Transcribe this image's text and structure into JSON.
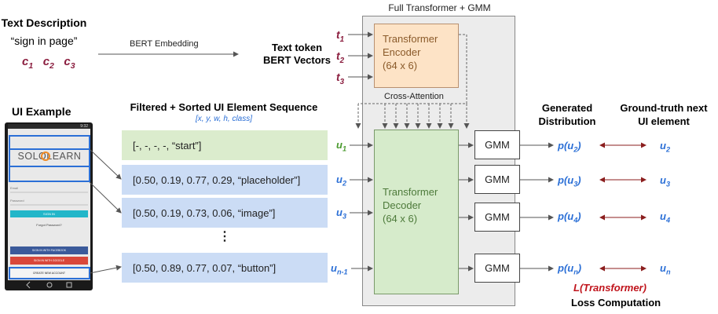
{
  "text_description": {
    "title": "Text Description",
    "quote": "“sign in page”",
    "tokens": [
      "c",
      "c",
      "c"
    ],
    "token_subs": [
      "1",
      "2",
      "3"
    ]
  },
  "bert_embedding_label": "BERT Embedding",
  "text_token_label": [
    "Text token",
    "BERT Vectors"
  ],
  "full_transformer_title": "Full Transformer + GMM",
  "encoder": {
    "lines": [
      "Transformer",
      "Encoder",
      "(64 x 6)"
    ]
  },
  "decoder": {
    "lines": [
      "Transformer",
      "Decoder",
      "(64 x 6)"
    ]
  },
  "input_tokens": [
    {
      "base": "t",
      "sub": "1"
    },
    {
      "base": "t",
      "sub": "2"
    },
    {
      "base": "t",
      "sub": "3"
    }
  ],
  "cross_attention_label": "Cross-Attention",
  "ui_example_title": "UI Example",
  "sequence_title": "Filtered + Sorted UI Element Sequence",
  "sequence_subtitle": "[x, y, w, h, class]",
  "sequence_items": [
    "[-, -, -, -, “start”]",
    "[0.50, 0.19, 0.77, 0.29, “placeholder”]",
    "[0.50, 0.19, 0.73, 0.06, “image”]",
    "⋮",
    "[0.50, 0.89, 0.77, 0.07, “button”]"
  ],
  "decoder_inputs": [
    {
      "base": "u",
      "sub": "1"
    },
    {
      "base": "u",
      "sub": "2"
    },
    {
      "base": "u",
      "sub": "3"
    },
    {
      "base": "u",
      "sub": "n-1"
    }
  ],
  "gmm_label": "GMM",
  "generated_title": [
    "Generated",
    "Distribution"
  ],
  "distributions": [
    {
      "pre": "p(u",
      "sub": "2",
      "post": ")"
    },
    {
      "pre": "p(u",
      "sub": "3",
      "post": ")"
    },
    {
      "pre": "p(u",
      "sub": "4",
      "post": ")"
    },
    {
      "pre": "p(u",
      "sub": "n",
      "post": ")"
    }
  ],
  "ground_truth_title": [
    "Ground-truth next",
    "UI element"
  ],
  "ground_truth": [
    {
      "base": "u",
      "sub": "2"
    },
    {
      "base": "u",
      "sub": "3"
    },
    {
      "base": "u",
      "sub": "4"
    },
    {
      "base": "u",
      "sub": "n"
    }
  ],
  "loss": {
    "formula": "L(Transformer)",
    "label": "Loss Computation"
  },
  "phone": {
    "status_time": "9:32",
    "logo_text": "SOLOLEARN",
    "email_label": "Email",
    "password_label": "Password",
    "sign_in": "SIGN IN",
    "forgot": "Forgot Password?",
    "facebook": "SIGN IN WITH FACEBOOK",
    "google": "SIGN IN WITH GOOGLE",
    "create": "CREATE NEW ACCOUNT"
  },
  "colors": {
    "encoder_fill": "#fde3c6",
    "decoder_fill": "#d6ebcb",
    "start_fill": "#dbeccd",
    "seq_fill": "#cbdcf5",
    "panel_fill": "#ececec",
    "maroon": "#8b1e3f",
    "blue": "#2b6fd6",
    "green": "#4a9a2e"
  }
}
